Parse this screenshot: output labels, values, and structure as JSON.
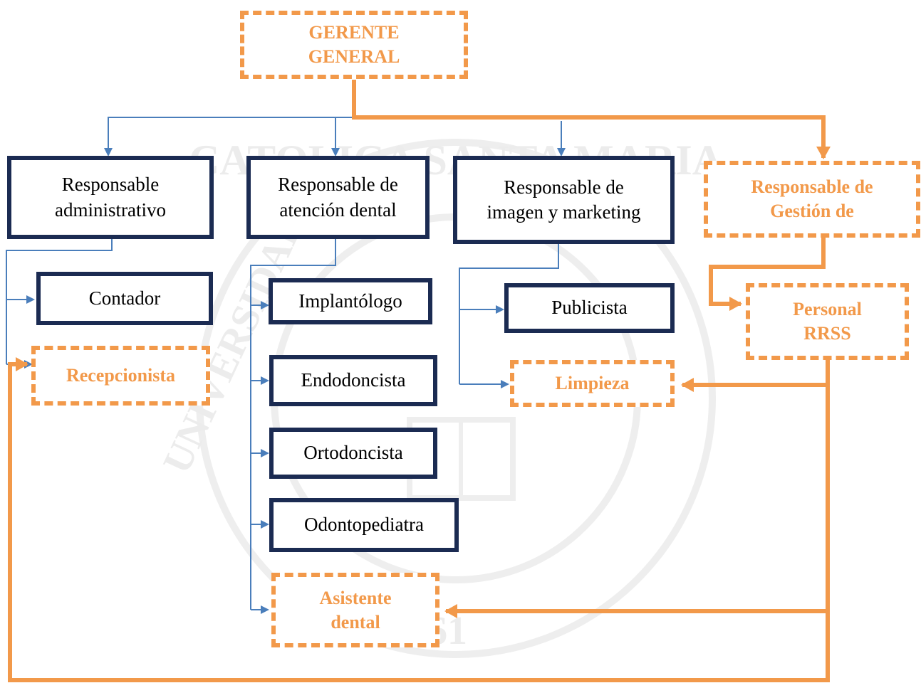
{
  "colors": {
    "navy": "#1b2b52",
    "blue_line": "#4a7ebb",
    "orange": "#f2994a",
    "watermark": "#ececec"
  },
  "watermark": {
    "seal_text": "CATOLICA SANTA MARIA",
    "seal_text_left": "UNIVERSIDAD",
    "year": "1961"
  },
  "nodes": {
    "gerente": {
      "line1": "GERENTE",
      "line2": "GENERAL"
    },
    "admin": {
      "line1": "Responsable",
      "line2": "administrativo"
    },
    "atencion": {
      "line1": "Responsable de",
      "line2": "atención dental"
    },
    "marketing": {
      "line1": "Responsable de",
      "line2": "imagen y marketing"
    },
    "gestion": {
      "line1": "Responsable de",
      "line2": "Gestión de"
    },
    "contador": {
      "label": "Contador"
    },
    "recepcionista": {
      "label": "Recepcionista"
    },
    "implantologo": {
      "label": "Implantólogo"
    },
    "endodoncista": {
      "label": "Endodoncista"
    },
    "ortodoncista": {
      "label": "Ortodoncista"
    },
    "odontopediatra": {
      "label": "Odontopediatra"
    },
    "asistente": {
      "line1": "Asistente",
      "line2": "dental"
    },
    "publicista": {
      "label": "Publicista"
    },
    "limpieza": {
      "label": "Limpieza"
    },
    "personal": {
      "line1": "Personal",
      "line2": "RRSS"
    }
  }
}
